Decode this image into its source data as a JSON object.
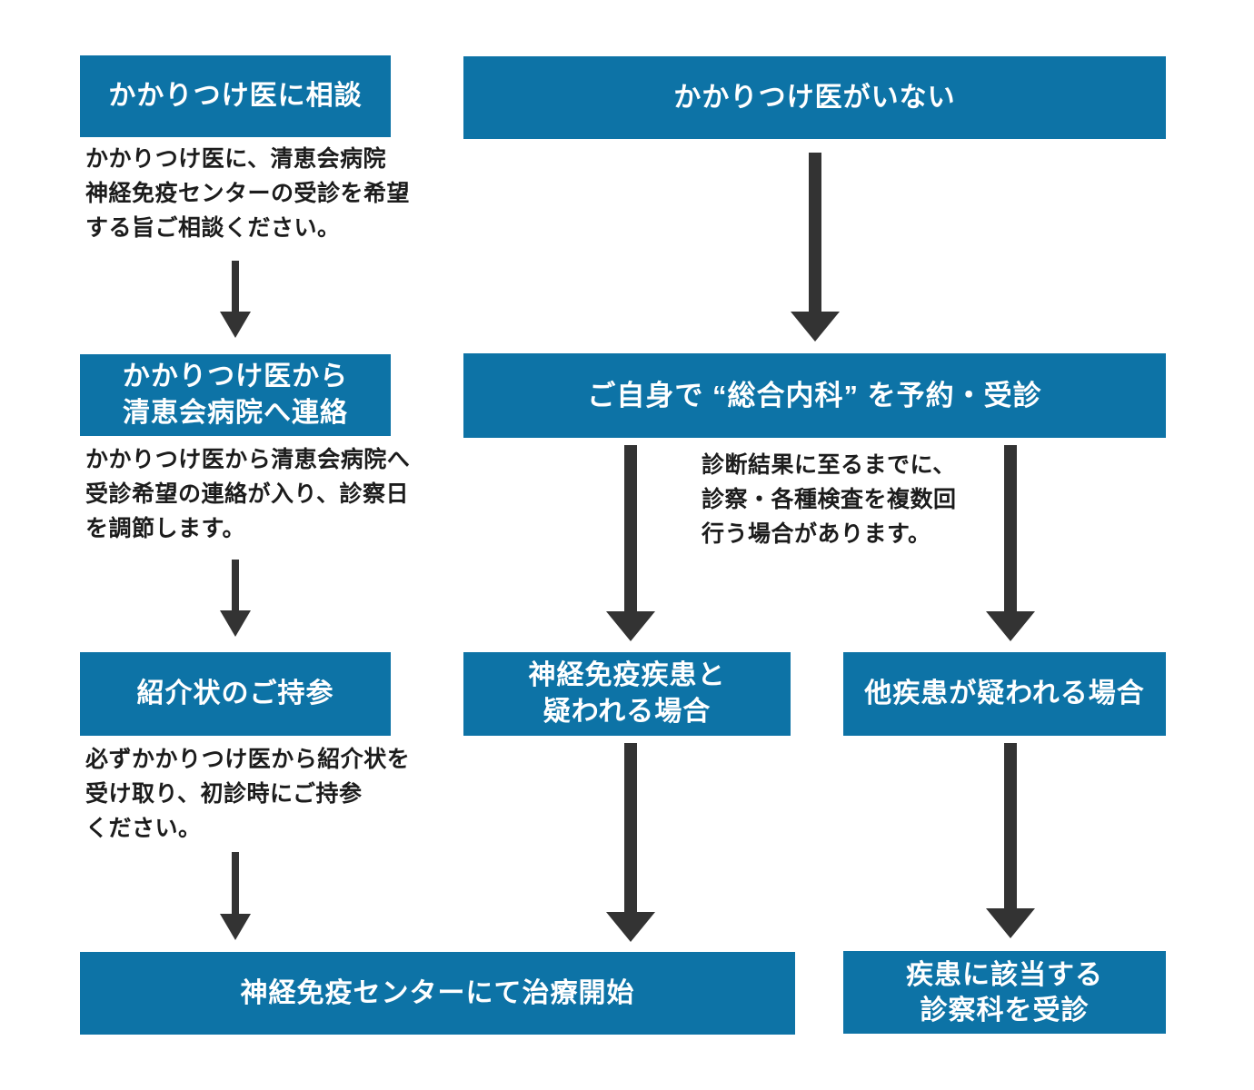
{
  "colors": {
    "box_blue": "#0d73a6",
    "box_text": "#ffffff",
    "arrow_dark": "#333333",
    "body_text": "#1c1c1c",
    "background": "#ffffff"
  },
  "icons": {
    "arrow": "down-arrow-icon"
  },
  "flow": {
    "left": {
      "step1_title": "かかりつけ医に相談",
      "step1_desc": "かかりつけ医に、清恵会病院\n神経免疫センターの受診を希望\nする旨ご相談ください。",
      "step2_title": "かかりつけ医から\n清恵会病院へ連絡",
      "step2_desc": "かかりつけ医から清恵会病院へ\n受診希望の連絡が入り、診察日\nを調節します。",
      "step3_title": "紹介状のご持参",
      "step3_desc": "必ずかかりつけ医から紹介状を\n受け取り、初診時にご持参\nください。",
      "final_title": "神経免疫センターにて治療開始"
    },
    "right": {
      "start_title": "かかりつけ医がいない",
      "internal_title": "ご自身で “総合内科” を予約・受診",
      "note": "診断結果に至るまでに、\n診察・各種検査を複数回\n行う場合があります。",
      "case_immune_title": "神経免疫疾患と\n疑われる場合",
      "case_other_title": "他疾患が疑われる場合",
      "final_other_title": "疾患に該当する\n診察科を受診"
    }
  }
}
